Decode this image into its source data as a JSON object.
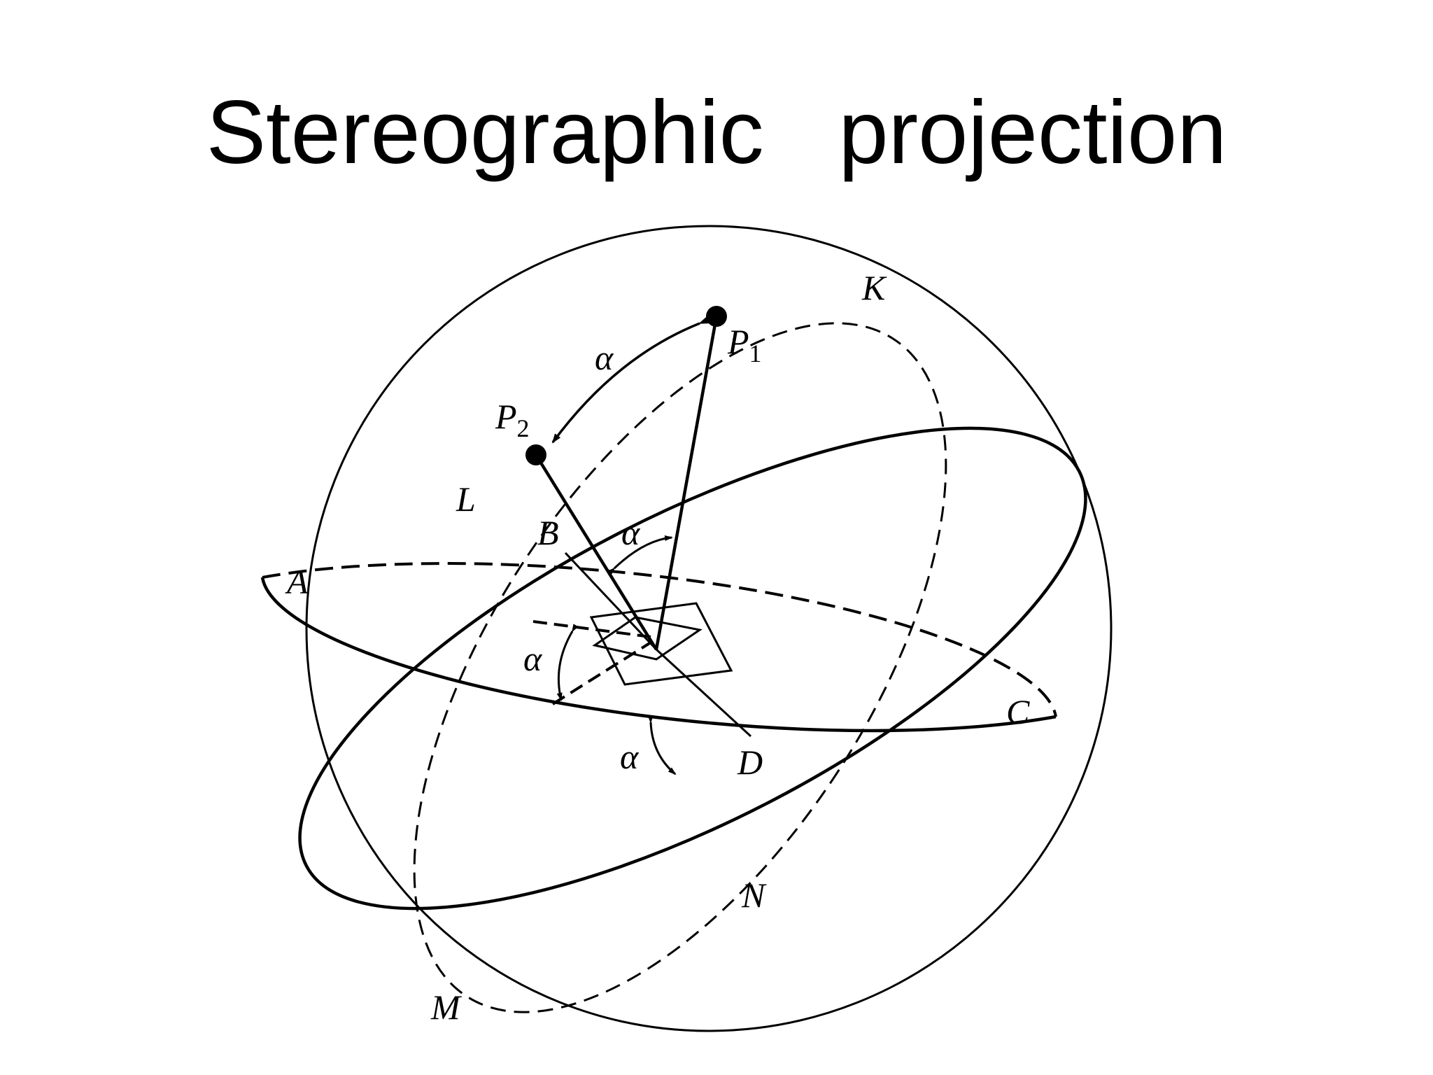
{
  "slide": {
    "title": "Stereographic   projection"
  },
  "diagram": {
    "points": {
      "p1": {
        "letter": "P",
        "subscript": "1"
      },
      "p2": {
        "letter": "P",
        "subscript": "2"
      }
    },
    "labels": {
      "A": "A",
      "B": "B",
      "C": "C",
      "D": "D",
      "K": "K",
      "L": "L",
      "M": "M",
      "N": "N"
    },
    "angle_symbol": "α"
  }
}
